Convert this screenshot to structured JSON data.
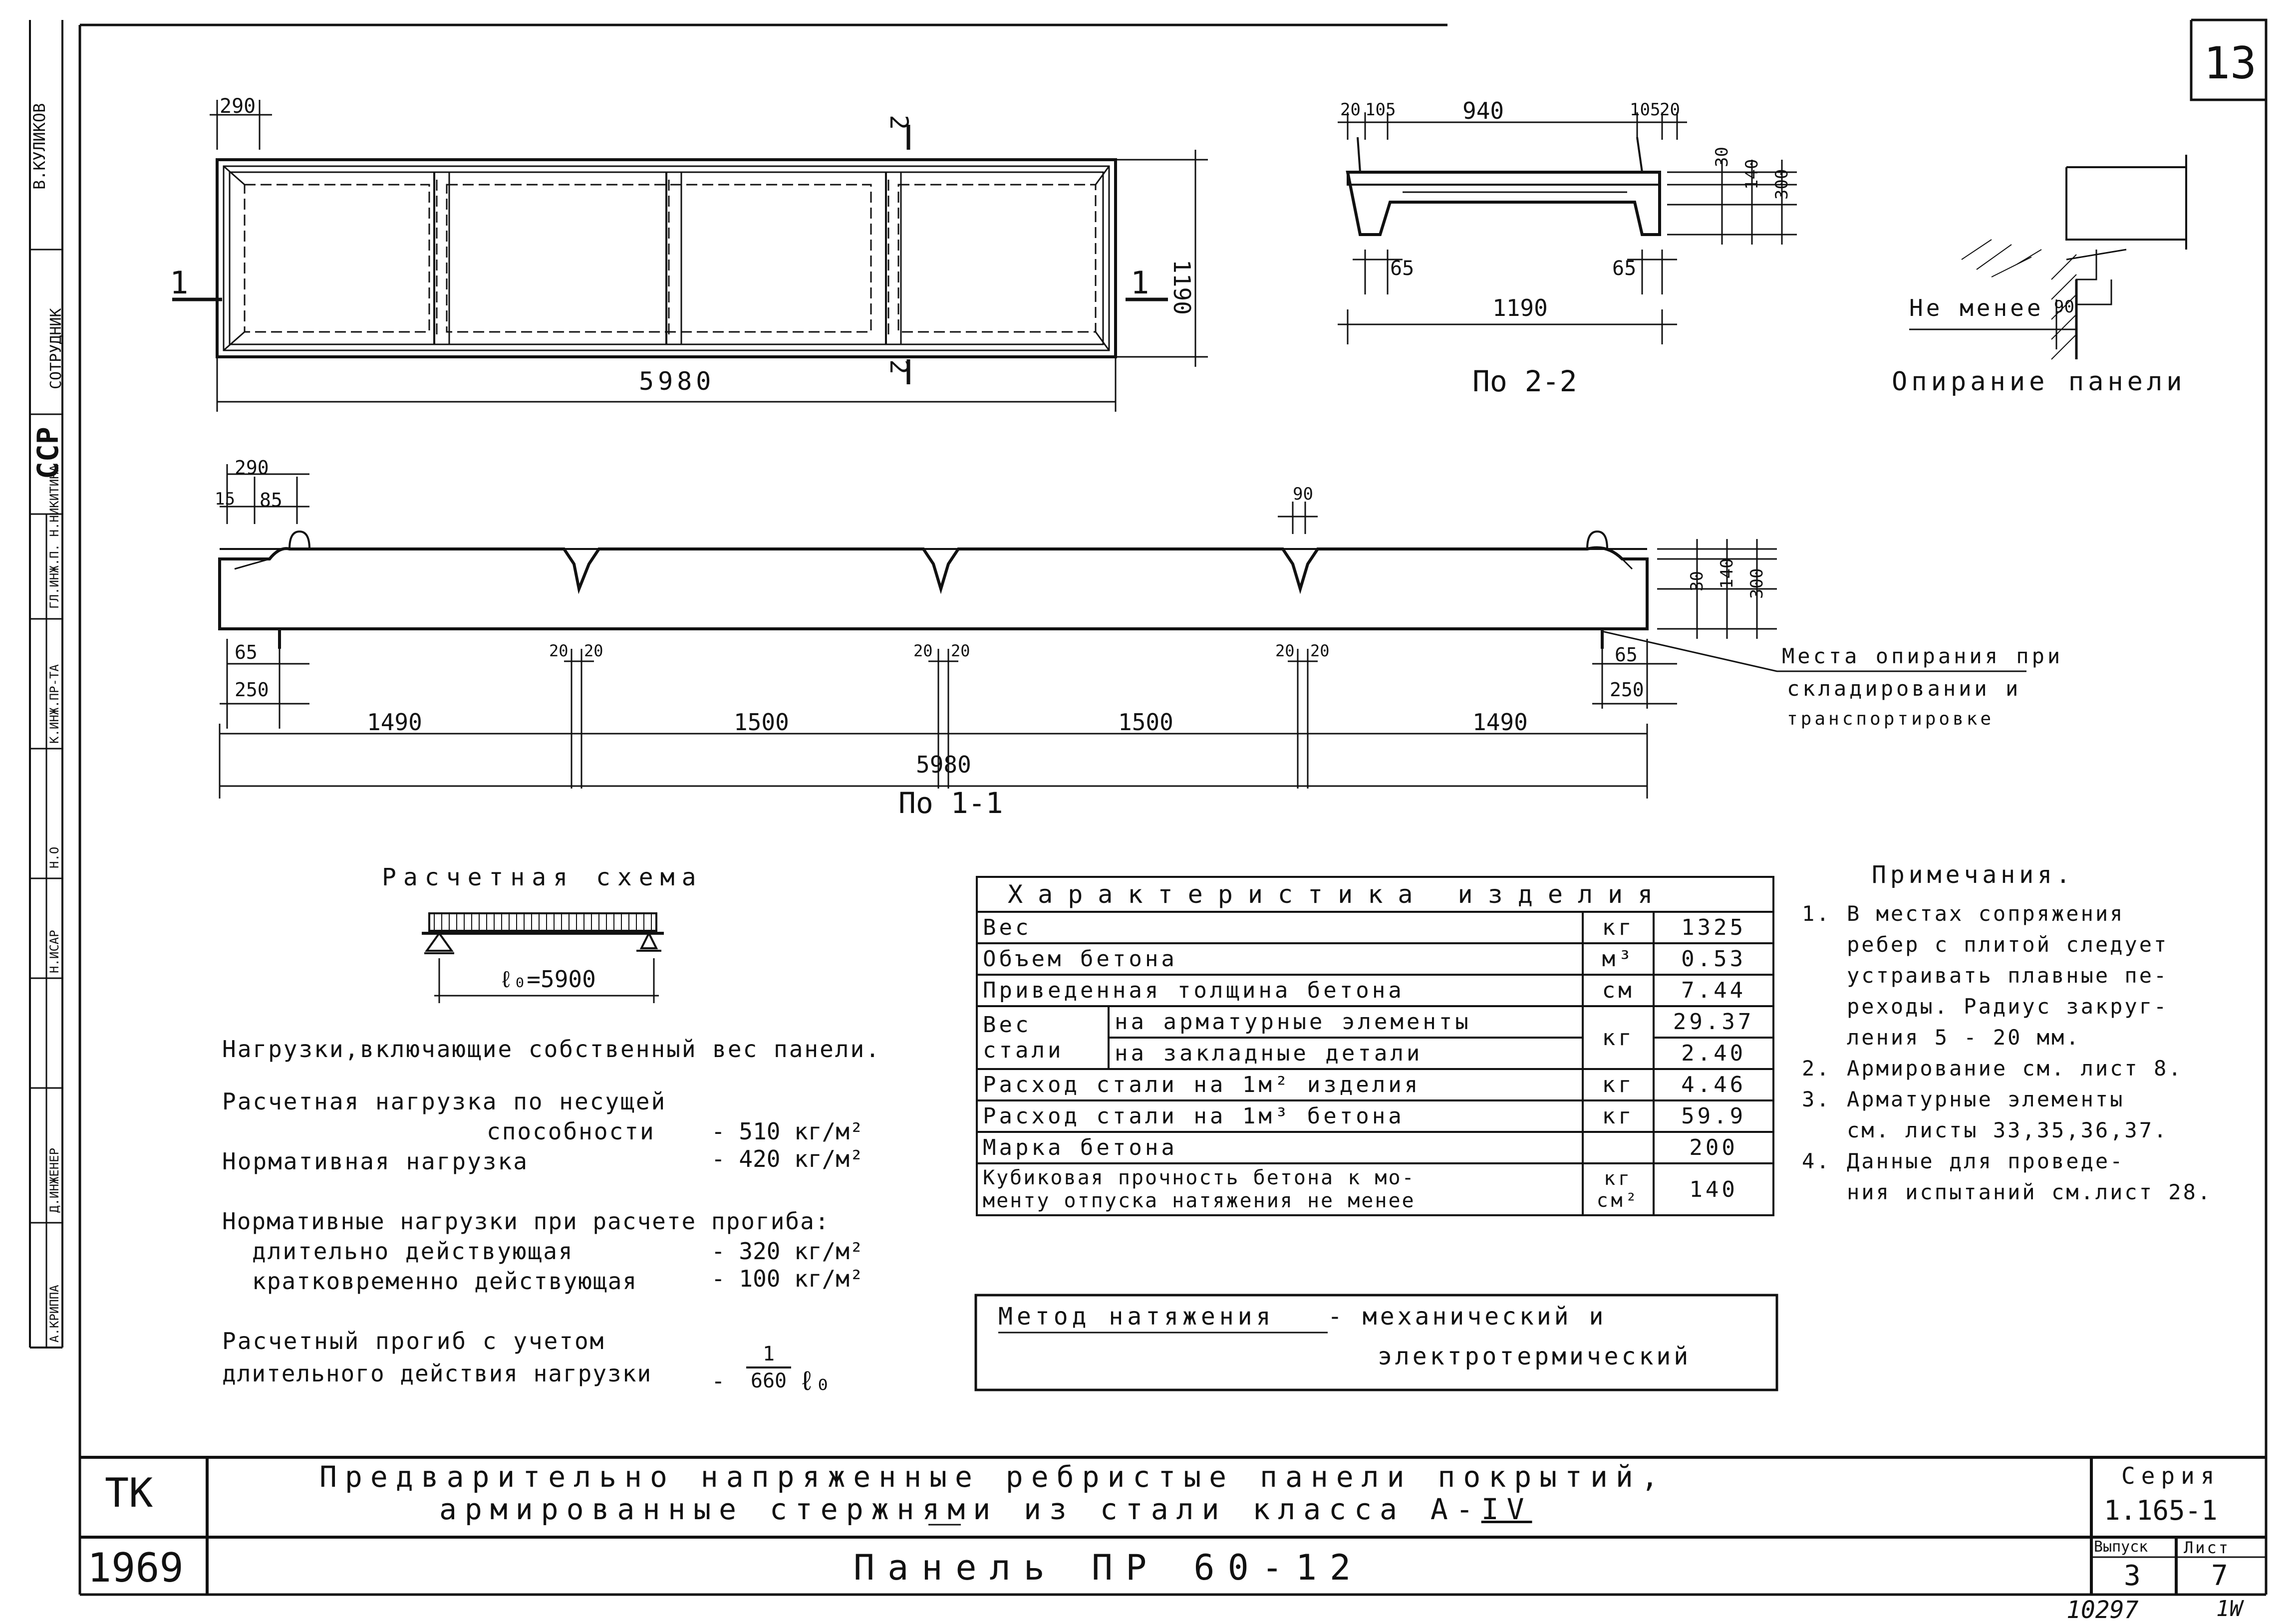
{
  "sheet": {
    "sheet_number": "13",
    "bottom_left_number": "10297",
    "bottom_right_mark": "1W",
    "left_strip": {
      "top_label": "В.КУЛИКОВ",
      "org": "ССР",
      "cells": [
        "СОТРУДНИК",
        "ГЛ.ИНЖ.П. Н.НИКИТИНА",
        "К.ИНЖ.ПР-ТА",
        "Н.О",
        "Н.ИСАР",
        "Д.ИНЖЕНЕР",
        "А.КРИППА"
      ]
    }
  },
  "plan_view": {
    "dim_top": "290",
    "dim_length": "5980",
    "dim_height": "1190",
    "cut_1": "1",
    "cut_2": "2"
  },
  "section_22": {
    "dims_top": [
      "20",
      "105",
      "940",
      "105",
      "20"
    ],
    "dims_right": [
      "30",
      "140",
      "300"
    ],
    "dims_bottom_inner": [
      "65",
      "65"
    ],
    "dim_width": "1190",
    "title": "По 2-2"
  },
  "support_detail": {
    "label_min": "Не менее",
    "dim": "90",
    "title": "Опирание панели"
  },
  "section_11": {
    "dims_top_left": [
      "290",
      "15",
      "85"
    ],
    "dim_top_mid": "90",
    "dims_right": [
      "30",
      "140",
      "300"
    ],
    "dims_lower_left": [
      "65",
      "250"
    ],
    "dims_lower_right": [
      "65",
      "250"
    ],
    "rib_dims": [
      "20",
      "20",
      "20",
      "20",
      "20",
      "20"
    ],
    "spans": [
      "1490",
      "1500",
      "1500",
      "1490"
    ],
    "total": "5980",
    "title": "По 1-1",
    "callout": [
      "Места опирания при",
      "складировании и",
      "транспортировке"
    ]
  },
  "calc_scheme": {
    "title": "Расчетная схема",
    "span_label": "ℓ₀=5900"
  },
  "loads": {
    "intro": "Нагрузки,включающие собственный вес панели.",
    "design_1": "Расчетная нагрузка по несущей",
    "design_2": "способности",
    "design_val": "- 510 кг/м²",
    "norm": "Нормативная нагрузка",
    "norm_val": "- 420 кг/м²",
    "defl_head": "Нормативные нагрузки при расчете прогиба:",
    "long": "длительно действующая",
    "long_val": "- 320 кг/м²",
    "short": "кратковременно действующая",
    "short_val": "- 100 кг/м²",
    "defl_1": "Расчетный прогиб с учетом",
    "defl_2": "длительного действия нагрузки",
    "defl_num": "1",
    "defl_den": "660",
    "defl_l": "ℓ₀"
  },
  "characteristics": {
    "header": "Характеристика изделия",
    "rows": [
      {
        "name": "Вес",
        "unit": "кг",
        "value": "1325"
      },
      {
        "name": "Объем бетона",
        "unit": "м³",
        "value": "0.53"
      },
      {
        "name": "Приведенная толщина бетона",
        "unit": "см",
        "value": "7.44"
      },
      {
        "name": "Расход стали на 1м² изделия",
        "unit": "кг",
        "value": "4.46"
      },
      {
        "name": "Расход стали на 1м³ бетона",
        "unit": "кг",
        "value": "59.9"
      },
      {
        "name": "Марка бетона",
        "unit": "",
        "value": "200"
      }
    ],
    "steel_label_1": "Вес",
    "steel_label_2": "стали",
    "steel_arm": "на арматурные элементы",
    "steel_emb": "на закладные детали",
    "steel_unit": "кг",
    "steel_arm_val": "29.37",
    "steel_emb_val": "2.40",
    "cube_1": "Кубиковая прочность бетона к мо-",
    "cube_2": "менту отпуска натяжения не менее",
    "cube_unit_1": "кг",
    "cube_unit_2": "см²",
    "cube_val": "140"
  },
  "method": {
    "label": "Метод натяжения",
    "text_1": "- механический и",
    "text_2": "электротермический"
  },
  "notes": {
    "title": "Примечания.",
    "items": [
      {
        "n": "1.",
        "lines": [
          "В местах сопряжения",
          "ребер с плитой следует",
          "устраивать плавные пе-",
          "реходы. Радиус закруг-",
          "ления 5 - 20 мм."
        ]
      },
      {
        "n": "2.",
        "lines": [
          "Армирование см. лист 8."
        ]
      },
      {
        "n": "3.",
        "lines": [
          "Арматурные элементы",
          "см. листы 33,35,36,37."
        ]
      },
      {
        "n": "4.",
        "lines": [
          "Данные для проведе-",
          "ния испытаний см.лист 28."
        ]
      }
    ]
  },
  "title_block": {
    "org": "ТК",
    "year": "1969",
    "title_1": "Предварительно напряженные ребристые панели покрытий,",
    "title_2a": "армированные стержнями из стали класса А-",
    "title_2b": "IV",
    "panel": "Панель ПР 60-12",
    "series_label": "Серия",
    "series": "1.165-1",
    "issue_label": "Выпуск",
    "issue": "3",
    "sheet_label": "Лист",
    "sheet": "7"
  }
}
